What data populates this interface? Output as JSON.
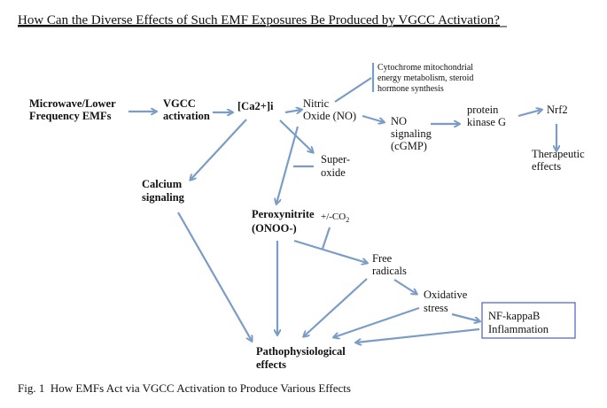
{
  "title": "How Can the Diverse Effects of Such EMF Exposures Be Produced by VGCC Activation?",
  "caption": "Fig. 1  How EMFs Act via VGCC Activation to Produce Various Effects",
  "colors": {
    "arrow": "#7a9cc6",
    "box_border": "#4b5fc5"
  },
  "nodes": {
    "emf": [
      "Microwave/Lower",
      "Frequency EMFs"
    ],
    "vgcc": [
      "VGCC",
      "activation"
    ],
    "ca": "[Ca2+]i",
    "no": [
      "Nitric",
      "Oxide (NO)"
    ],
    "cytochrome": [
      "Cytochrome  mitochondrial",
      "energy metabolism, steroid",
      "hormone synthesis"
    ],
    "no_signaling": [
      "NO",
      "signaling",
      "(cGMP)"
    ],
    "pkg": [
      "protein",
      "kinase G"
    ],
    "nrf2": "Nrf2",
    "therapeutic": [
      "Therapeutic",
      "effects"
    ],
    "superoxide": [
      "Super-",
      "oxide"
    ],
    "calcium": [
      "Calcium",
      "signaling"
    ],
    "peroxynitrite": [
      "Peroxynitrite",
      "(ONOO-)"
    ],
    "co2": {
      "prefix": "+/-CO",
      "sub": "2"
    },
    "free_radicals": [
      "Free",
      "radicals"
    ],
    "oxidative": [
      "Oxidative",
      "stress"
    ],
    "nfkb": [
      "NF-kappaB",
      "Inflammation"
    ],
    "patho": [
      "Pathophysiological",
      "effects"
    ]
  }
}
